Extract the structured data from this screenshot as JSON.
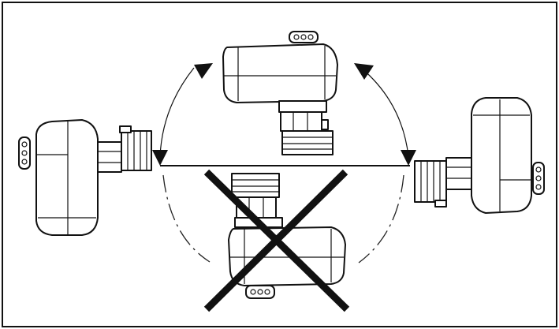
{
  "diagram": {
    "orientations": [
      {
        "name": "top",
        "allowed": true
      },
      {
        "name": "left",
        "allowed": true
      },
      {
        "name": "right",
        "allowed": true
      },
      {
        "name": "bottom",
        "allowed": false
      }
    ],
    "colors": {
      "line": "#111111",
      "background": "#ffffff",
      "cross": "#111111"
    }
  }
}
